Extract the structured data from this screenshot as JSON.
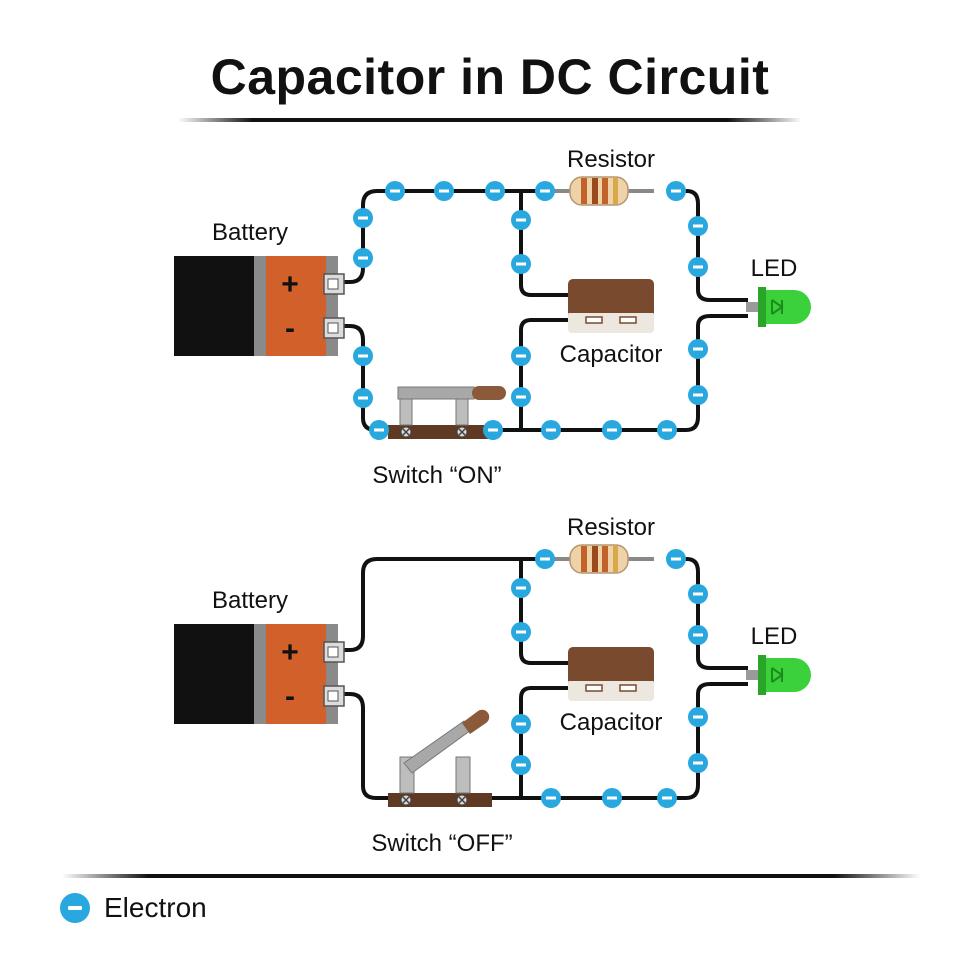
{
  "title": "Capacitor in DC Circuit",
  "circuits": [
    {
      "state": "on",
      "battery_label": "Battery",
      "battery_plus": "+",
      "battery_minus": "-",
      "resistor_label": "Resistor",
      "capacitor_label": "Capacitor",
      "led_label": "LED",
      "switch_label": "Switch “ON”"
    },
    {
      "state": "off",
      "battery_label": "Battery",
      "battery_plus": "+",
      "battery_minus": "-",
      "resistor_label": "Resistor",
      "capacitor_label": "Capacitor",
      "led_label": "LED",
      "switch_label": "Switch “OFF”"
    }
  ],
  "legend": {
    "label": "Electron",
    "icon": "electron-icon"
  },
  "colors": {
    "electron": "#29a8e0",
    "wire": "#111111",
    "battery_body": "#111111",
    "battery_terminal": "#d2602a",
    "led": "#3ad13a",
    "capacitor": "#7a4a2e",
    "switch_base": "#5e3a22",
    "resistor_body": "#eed2a8"
  }
}
